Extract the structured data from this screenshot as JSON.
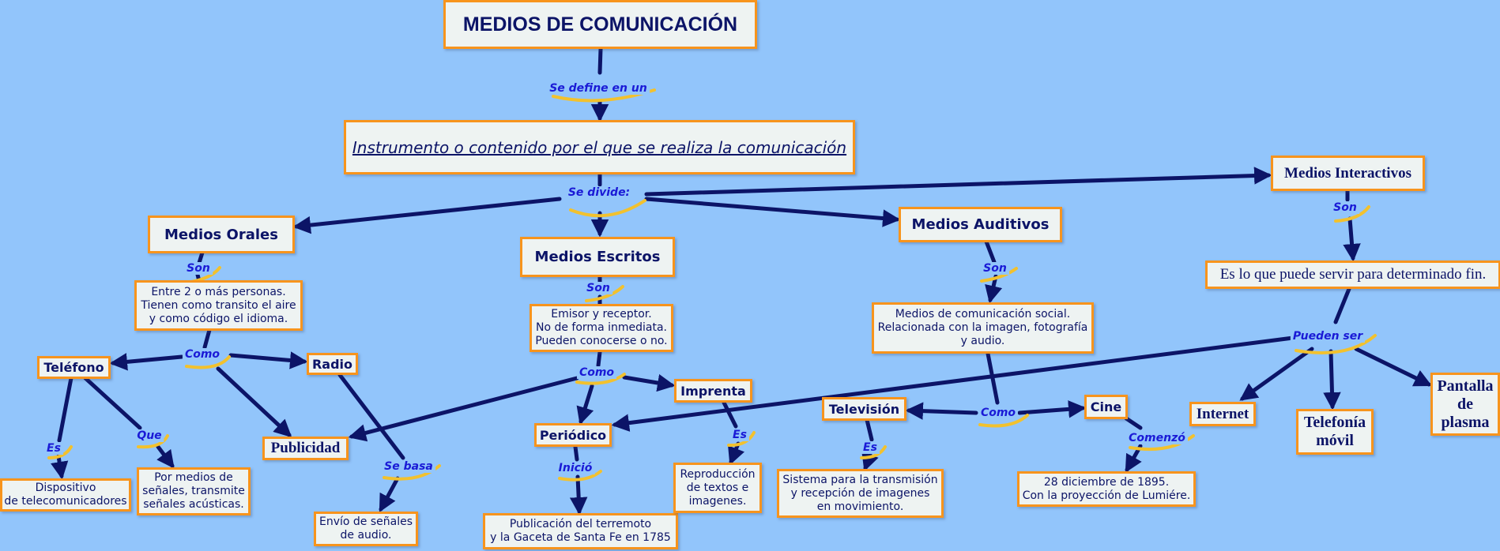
{
  "nodes": {
    "title": "MEDIOS DE COMUNICACIÓN",
    "definition": "Instrumento o contenido por el que se realiza la comunicación",
    "orales": "Medios Orales",
    "escritos": "Medios Escritos",
    "auditivos": "Medios Auditivos",
    "interactivos": "Medios Interactivos",
    "orales_desc": "Entre 2 o más personas.\nTienen como transito el aire\ny como código el idioma.",
    "escritos_desc": "Emisor y receptor.\nNo de forma inmediata.\nPueden conocerse o no.",
    "auditivos_desc": "Medios de comunicación social.\nRelacionada con la imagen, fotografía\ny audio.",
    "interactivos_desc": "Es lo que puede servir para determinado fin.",
    "telefono": "Teléfono",
    "radio": "Radio",
    "publicidad": "Publicidad",
    "dispositivo": "Dispositivo\nde telecomunicadores",
    "senales": "Por medios de\nseñales, transmite\nseñales acústicas.",
    "envio": "Envío de señales\nde audio.",
    "periodico": "Periódico",
    "imprenta": "Imprenta",
    "publicacion": "Publicación del terremoto\ny la Gaceta de Santa Fe en 1785",
    "reproduccion": "Reproducción\nde textos e\nimagenes.",
    "television": "Televisión",
    "cine": "Cine",
    "sistema": "Sistema para la transmisión\ny recepción de imagenes\nen movimiento.",
    "fecha": "28 diciembre de 1895.\nCon la proyección de Lumiére.",
    "internet": "Internet",
    "telefonia": "Telefonía\nmóvil",
    "pantalla": "Pantalla\nde\nplasma"
  },
  "links": {
    "se_define": "Se define en un",
    "se_divide": "Se divide:",
    "son_orales": "Son",
    "son_escritos": "Son",
    "son_auditivos": "Son",
    "son_interactivos": "Son",
    "como_orales": "Como",
    "como_escritos": "Como",
    "como_auditivos": "Como",
    "pueden_ser": "Pueden ser",
    "es_telefono": "Es",
    "que_telefono": "Que",
    "se_basa": "Se basa",
    "inicio": "Inició",
    "es_imprenta": "Es",
    "es_television": "Es",
    "comenzo": "Comenzó"
  },
  "colors": {
    "background": "#92c5fb",
    "node_fill": "#eef3f2",
    "node_border": "#f7941d",
    "node_text": "#0c1467",
    "link_text": "#1a1ad6",
    "arrow": "#0c1467",
    "label_arc": "#f2c12e"
  }
}
